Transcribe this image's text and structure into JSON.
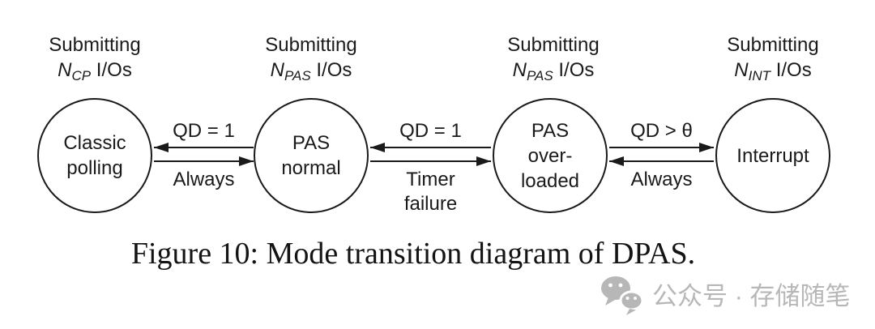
{
  "diagram": {
    "nodes": [
      {
        "header_line1": "Submitting",
        "n_symbol": "N",
        "n_subscript": "CP",
        "n_suffix": " I/Os",
        "label": "Classic\npolling"
      },
      {
        "header_line1": "Submitting",
        "n_symbol": "N",
        "n_subscript": "PAS",
        "n_suffix": " I/Os",
        "label": "PAS\nnormal"
      },
      {
        "header_line1": "Submitting",
        "n_symbol": "N",
        "n_subscript": "PAS",
        "n_suffix": " I/Os",
        "label": "PAS\nover-\nloaded"
      },
      {
        "header_line1": "Submitting",
        "n_symbol": "N",
        "n_subscript": "INT",
        "n_suffix": " I/Os",
        "label": "Interrupt"
      }
    ],
    "transitions": [
      {
        "top_label": "QD = 1",
        "top_arrow_direction": "left",
        "bottom_label": "Always",
        "bottom_arrow_direction": "right"
      },
      {
        "top_label": "QD = 1",
        "top_arrow_direction": "left",
        "bottom_label": "Timer\nfailure",
        "bottom_arrow_direction": "right"
      },
      {
        "top_label": "QD > θ",
        "top_arrow_direction": "right",
        "bottom_label": "Always",
        "bottom_arrow_direction": "left"
      }
    ]
  },
  "caption": "Figure 10: Mode transition diagram of DPAS.",
  "watermark": {
    "icon": "wechat-icon",
    "text": "公众号 · 存储随笔"
  },
  "colors": {
    "ink": "#1a1a1a",
    "watermark_gray": "#b7b7b7",
    "background": "#ffffff"
  }
}
